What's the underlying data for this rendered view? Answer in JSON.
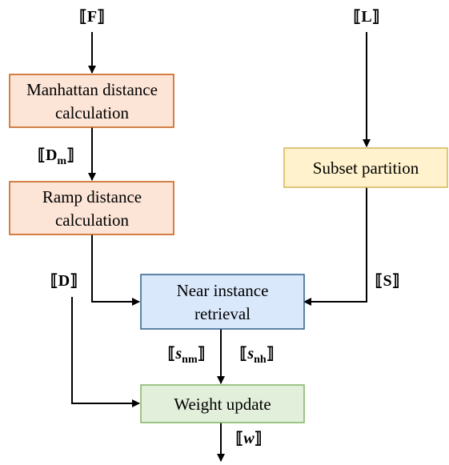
{
  "boxes": {
    "manhattan": {
      "line1": "Manhattan distance",
      "line2": "calculation",
      "fill": "#fce4d6",
      "stroke": "#c55a11"
    },
    "ramp": {
      "line1": "Ramp distance",
      "line2": "calculation",
      "fill": "#fce4d6",
      "stroke": "#c55a11"
    },
    "subset": {
      "line1": "Subset partition",
      "fill": "#fff2cc",
      "stroke": "#d6b656"
    },
    "near": {
      "line1": "Near instance",
      "line2": "retrieval",
      "fill": "#dae8fc",
      "stroke": "#2e5f8a"
    },
    "weight": {
      "line1": "Weight update",
      "fill": "#e2efda",
      "stroke": "#82b366"
    }
  },
  "variables": {
    "F": {
      "open": "⟦",
      "sym": "F",
      "sub": "",
      "close": "⟧"
    },
    "L": {
      "open": "⟦",
      "sym": "L",
      "sub": "",
      "close": "⟧"
    },
    "Dm": {
      "open": "⟦",
      "sym": "D",
      "sub": "m",
      "close": "⟧"
    },
    "D": {
      "open": "⟦",
      "sym": "D",
      "sub": "",
      "close": "⟧"
    },
    "S": {
      "open": "⟦",
      "sym": "S",
      "sub": "",
      "close": "⟧"
    },
    "snm": {
      "open": "⟦",
      "sym": "s",
      "sub": "nm",
      "close": "⟧"
    },
    "snh": {
      "open": "⟦",
      "sym": "s",
      "sub": "nh",
      "close": "⟧"
    },
    "w": {
      "open": "⟦",
      "sym": "w",
      "sub": "",
      "close": "⟧"
    }
  }
}
